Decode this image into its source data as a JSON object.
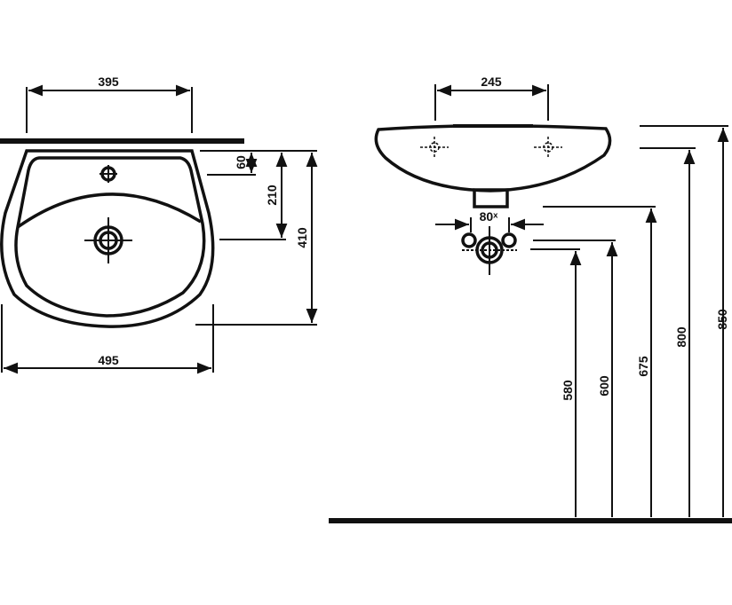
{
  "title": "Washbasin dimension drawing",
  "top_view": {
    "width_top_label": "395",
    "overall_width_label": "495",
    "tap_hole_depth_label": "60",
    "drain_depth_label": "210",
    "overall_depth_label": "410"
  },
  "front_view": {
    "tap_spacing_label": "245",
    "trap_spacing_label": "80ˣ",
    "heights": {
      "h850": "850",
      "h800": "800",
      "h675": "675",
      "h600": "600",
      "h580": "580"
    }
  }
}
